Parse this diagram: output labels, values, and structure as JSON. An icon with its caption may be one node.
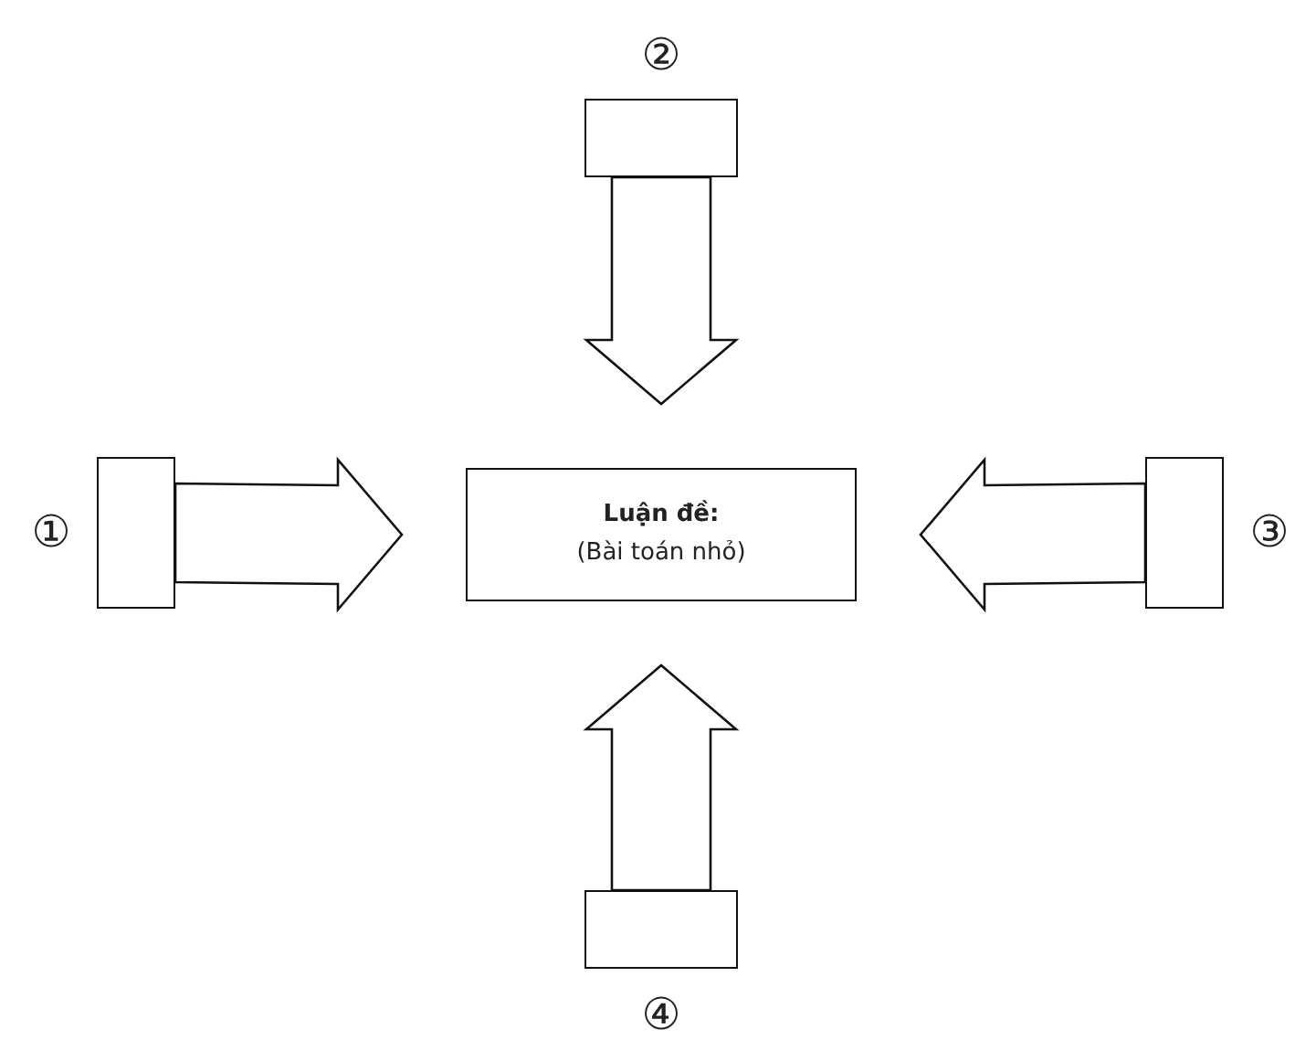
{
  "diagram": {
    "nodes": [
      {
        "text": [
          "Luận đề:",
          "(Bài toán nhỏ)"
        ]
      },
      {
        "text": [],
        "shape": "box",
        "beside": [
          "①"
        ]
      },
      {
        "text": [],
        "shape": "box",
        "beside": [
          "②"
        ]
      },
      {
        "text": [],
        "shape": "box",
        "beside": [
          "③"
        ]
      },
      {
        "text": [],
        "shape": "box",
        "beside": [
          "④"
        ]
      }
    ],
    "edges": [
      {
        "from": 1,
        "to": 0,
        "arrow": "to"
      },
      {
        "from": 2,
        "to": 0,
        "arrow": "to"
      },
      {
        "from": 3,
        "to": 0,
        "arrow": "to"
      },
      {
        "from": 4,
        "to": 0,
        "arrow": "to"
      }
    ]
  }
}
